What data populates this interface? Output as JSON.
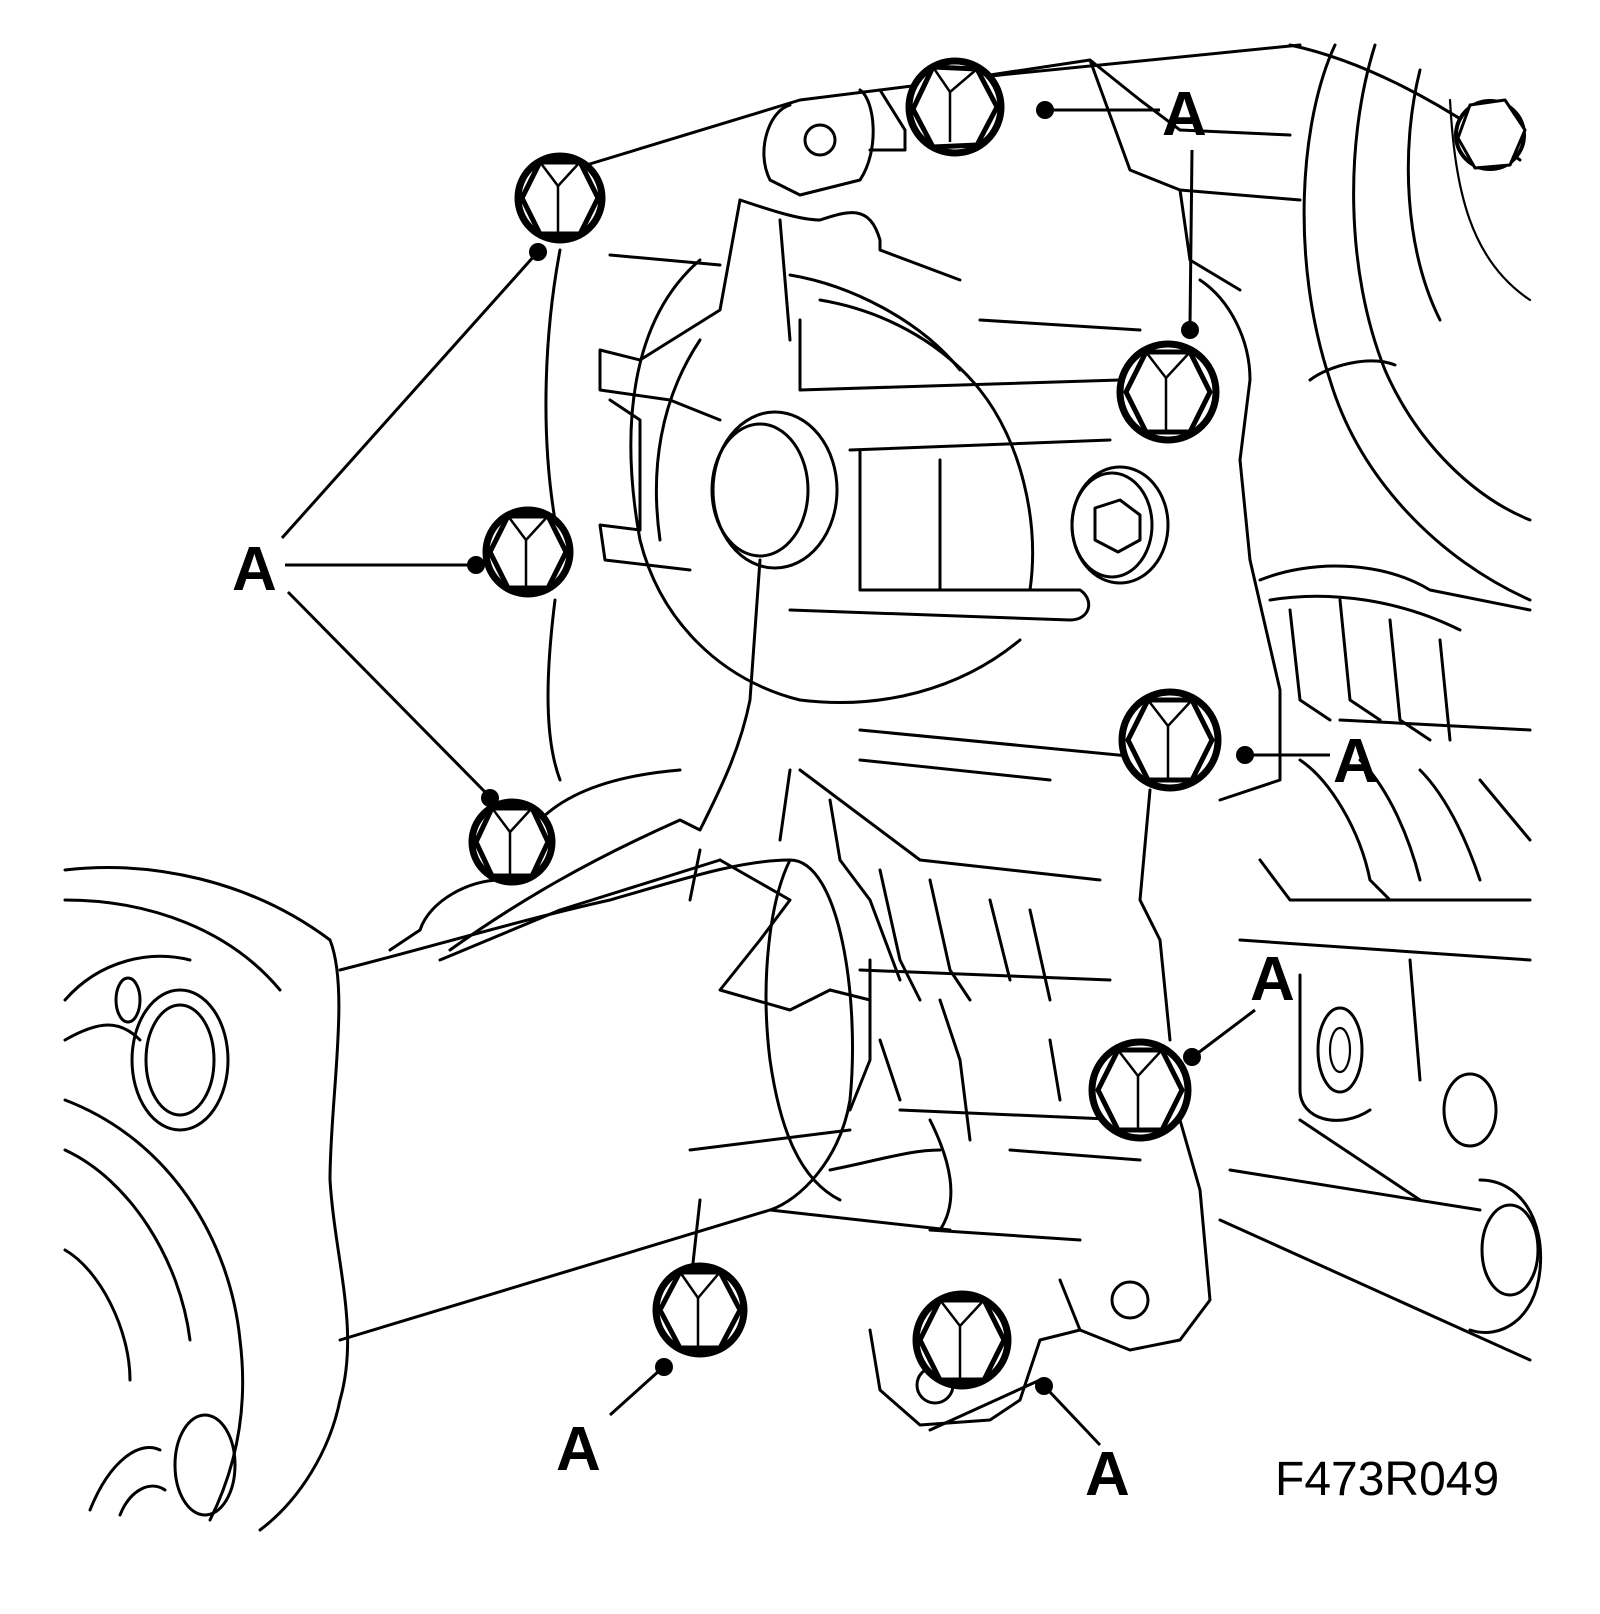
{
  "figure": {
    "code": "F473R049",
    "part_label": "A",
    "callouts": [
      {
        "id": "top-right",
        "label": "A"
      },
      {
        "id": "upper-center",
        "label": "A"
      },
      {
        "id": "left",
        "label": "A"
      },
      {
        "id": "mid-right",
        "label": "A"
      },
      {
        "id": "lower-right",
        "label": "A"
      },
      {
        "id": "bottom-left",
        "label": "A"
      },
      {
        "id": "bottom-right",
        "label": "A"
      }
    ]
  }
}
